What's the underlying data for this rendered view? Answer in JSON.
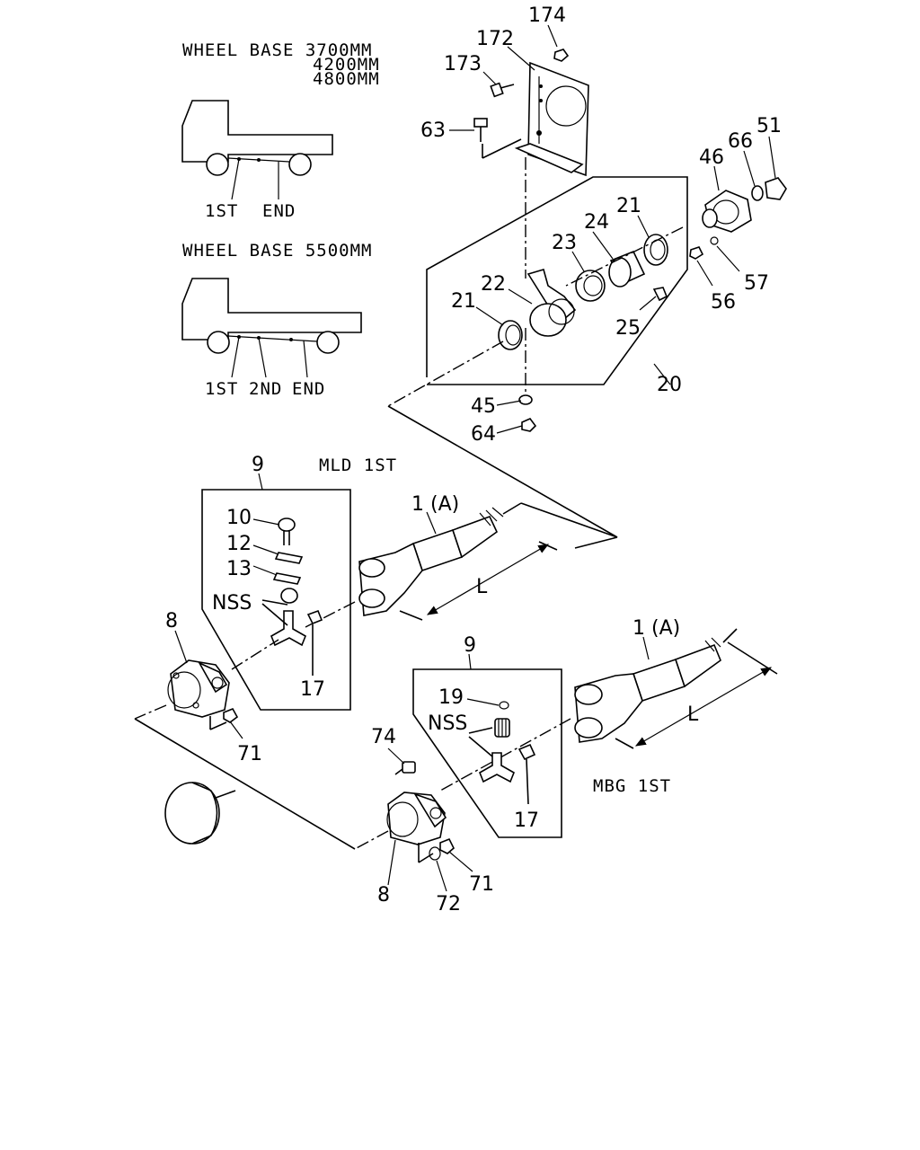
{
  "wheelbase_groups": [
    {
      "heading_lines": [
        "WHEEL BASE 3700MM",
        "4200MM",
        "4800MM"
      ],
      "positions": [
        "1ST",
        "END"
      ]
    },
    {
      "heading_lines": [
        "WHEEL BASE 5500MM"
      ],
      "positions": [
        "1ST",
        "2ND",
        "END"
      ]
    }
  ],
  "sections": {
    "upper_shaft": "MLD 1ST",
    "lower_shaft": "MBG 1ST",
    "length_label": "L"
  },
  "callouts": {
    "c174": "174",
    "c172": "172",
    "c173": "173",
    "c63": "63",
    "c51": "51",
    "c66": "66",
    "c46": "46",
    "c21a": "21",
    "c24": "24",
    "c23": "23",
    "c22": "22",
    "c21b": "21",
    "c25": "25",
    "c56": "56",
    "c57": "57",
    "c20": "20",
    "c45": "45",
    "c64": "64",
    "c9a": "9",
    "c10": "10",
    "c12": "12",
    "c13": "13",
    "nss_a": "NSS",
    "c17a": "17",
    "c8a": "8",
    "c71a": "71",
    "c1a": "1 (A)",
    "c9b": "9",
    "c19": "19",
    "nss_b": "NSS",
    "c17b": "17",
    "c74": "74",
    "c8b": "8",
    "c72": "72",
    "c71b": "71",
    "c1b": "1 (A)"
  }
}
